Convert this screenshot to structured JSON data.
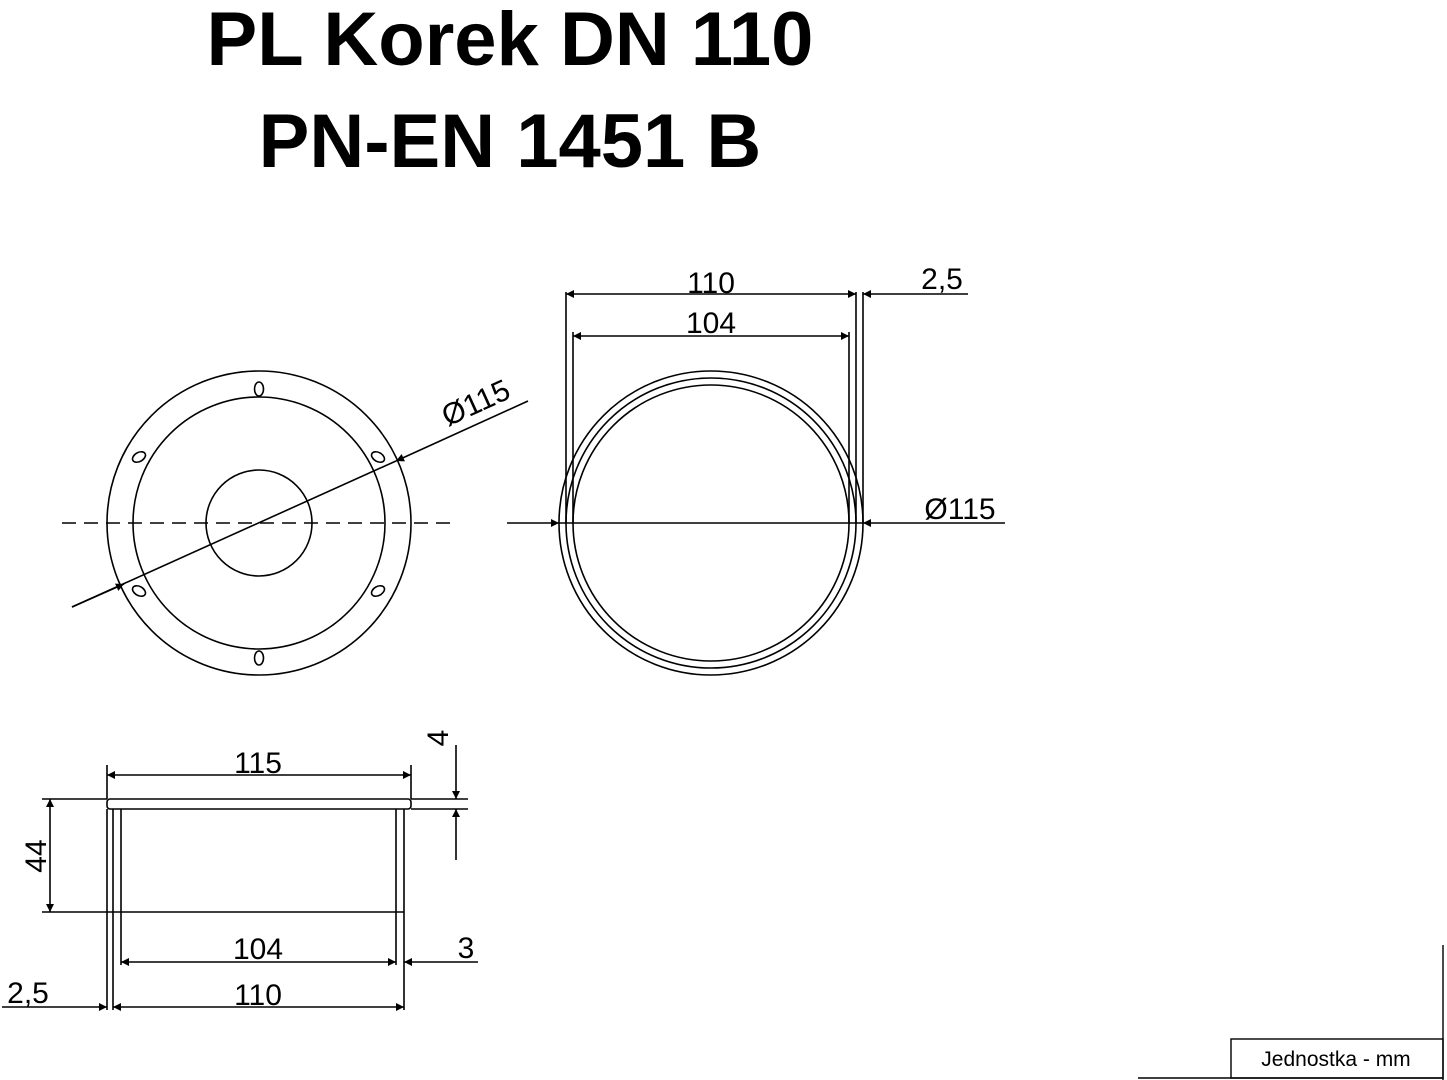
{
  "title": {
    "line1": "PL Korek DN 110",
    "line2": "PN-EN 1451 B"
  },
  "front_view": {
    "diameter_label": "Ø115"
  },
  "top_view": {
    "dim_outer": "110",
    "dim_inner": "104",
    "dim_wall": "2,5",
    "diameter_label": "Ø115"
  },
  "section_view": {
    "dim_flange_width": "115",
    "dim_flange_thickness": "4",
    "dim_height": "44",
    "dim_inner": "104",
    "dim_wall": "3",
    "dim_outer": "110",
    "dim_offset": "2,5"
  },
  "title_block": {
    "unit_label": "Jednostka - mm"
  }
}
